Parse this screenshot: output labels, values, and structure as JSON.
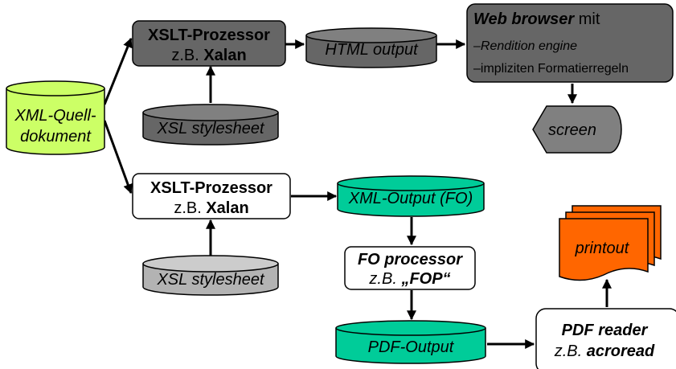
{
  "source": {
    "line1": "XML-Quell-",
    "line2": "dokument"
  },
  "xslt_top": {
    "title": "XSLT-Prozessor",
    "example_prefix": "z.B. ",
    "example_name": "Xalan"
  },
  "xsl_top": {
    "label": "XSL stylesheet"
  },
  "html_output": {
    "label": "HTML output"
  },
  "browser": {
    "title": "Web browser",
    "title_suffix": " mit",
    "item1": "–Rendition engine",
    "item2": "–impliziten Formatierregeln"
  },
  "screen": {
    "label": "screen"
  },
  "xslt_bottom": {
    "title": "XSLT-Prozessor",
    "example_prefix": "z.B. ",
    "example_name": "Xalan"
  },
  "xsl_bottom": {
    "label": "XSL stylesheet"
  },
  "xml_output": {
    "label": "XML-Output (FO)"
  },
  "fo_processor": {
    "title": "FO processor",
    "example_prefix": "z.B. ",
    "example_name": "„FOP“"
  },
  "pdf_output": {
    "label": "PDF-Output"
  },
  "pdf_reader": {
    "title": "PDF reader",
    "example_prefix": "z.B. ",
    "example_name": "acroread"
  },
  "printout": {
    "label": "printout"
  },
  "colors": {
    "source_fill": "#ccff66",
    "dark_gray": "#666666",
    "mid_gray": "#808080",
    "light_gray": "#b3b3b3",
    "teal": "#00cc99",
    "orange": "#ff6600",
    "white": "#ffffff"
  }
}
